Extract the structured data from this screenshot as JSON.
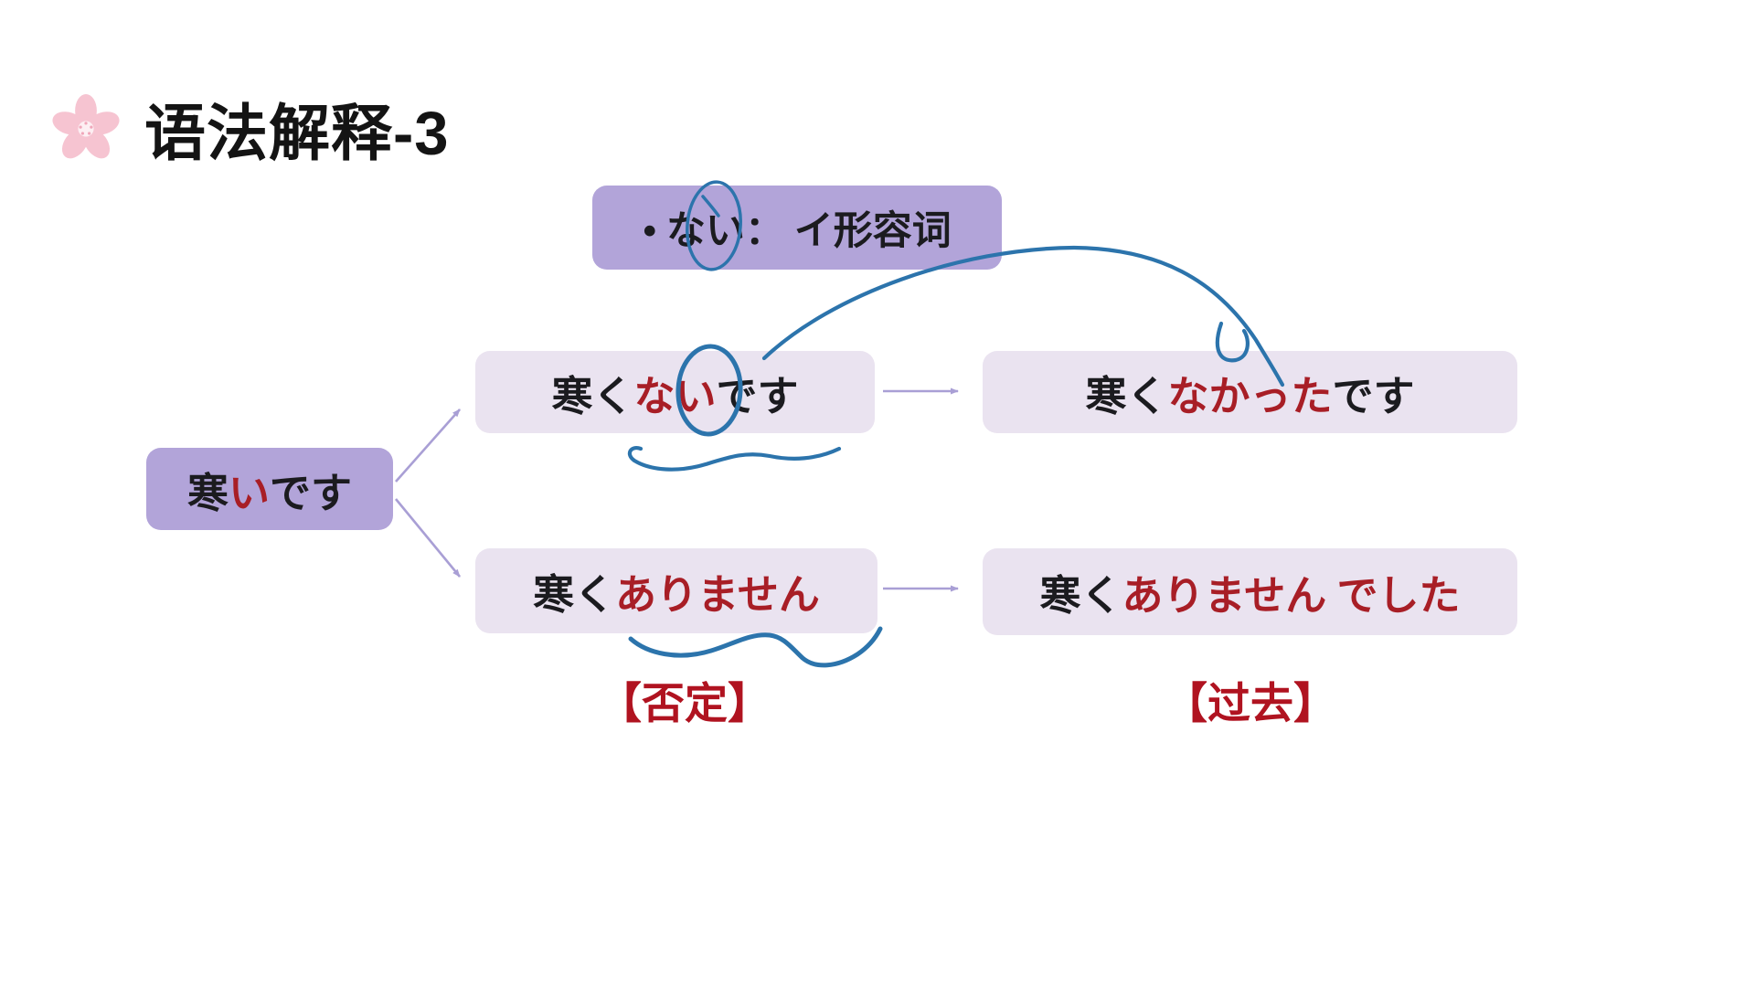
{
  "header": {
    "title": "语法解释-3",
    "icon": "sakura-flower-icon"
  },
  "definition_box": {
    "segments": [
      {
        "text": "•  ない：  イ形容词",
        "color": "black"
      }
    ]
  },
  "diagram": {
    "base_box": {
      "segments": [
        {
          "text": "寒",
          "color": "black"
        },
        {
          "text": "い",
          "color": "red"
        },
        {
          "text": "  です",
          "color": "black"
        }
      ]
    },
    "negative_box": {
      "segments": [
        {
          "text": "寒く ",
          "color": "black"
        },
        {
          "text": "ない",
          "color": "red"
        },
        {
          "text": " です",
          "color": "black"
        }
      ]
    },
    "negative_past_box": {
      "segments": [
        {
          "text": "寒く ",
          "color": "black"
        },
        {
          "text": "なかった",
          "color": "red"
        },
        {
          "text": " です",
          "color": "black"
        }
      ]
    },
    "polite_negative_box": {
      "segments": [
        {
          "text": "寒く ",
          "color": "black"
        },
        {
          "text": "ありません",
          "color": "red"
        }
      ]
    },
    "polite_negative_past_box": {
      "segments": [
        {
          "text": "寒く ",
          "color": "black"
        },
        {
          "text": "ありません でした",
          "color": "red"
        }
      ]
    },
    "labels": {
      "negation": "【否定】",
      "past": "【过去】"
    }
  },
  "annotations": {
    "pen_color": "#2c74ac",
    "shapes": [
      "circle-around-i-in-definition-box",
      "circle-around-i-in-negative-box",
      "curved-arrow-from-nai-to-past-form",
      "wavy-underline-under-kuranai",
      "wavy-underline-under-arimasen"
    ]
  },
  "colors": {
    "box_purple": "#b2a4d9",
    "box_lavender": "#eae3f0",
    "text_black": "#1b1b1f",
    "text_red": "#a81e26",
    "label_red": "#b01320",
    "connector_purple": "#a99fd5",
    "pen_blue": "#2c74ac",
    "sakura_pink": "#f6c4d1",
    "background": "#ffffff"
  }
}
